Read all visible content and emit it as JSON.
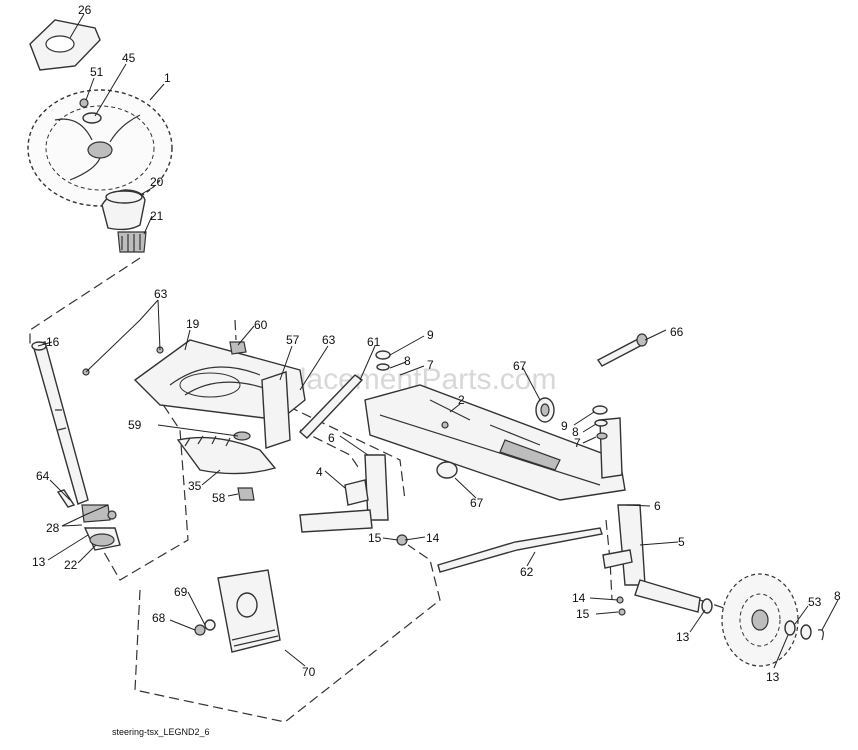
{
  "watermark": "eReplacementParts.com",
  "caption": "steering-tsx_LEGND2_6",
  "callouts": {
    "c26": "26",
    "c51": "51",
    "c45": "45",
    "c1": "1",
    "c20": "20",
    "c21": "21",
    "c63a": "63",
    "c19": "19",
    "c60": "60",
    "c57": "57",
    "c63b": "63",
    "c61": "61",
    "c9a": "9",
    "c8a": "8",
    "c7a": "7",
    "c2": "2",
    "c67a": "67",
    "c66": "66",
    "c16": "16",
    "c59": "59",
    "c9b": "9",
    "c8b": "8",
    "c7b": "7",
    "c6a": "6",
    "c4": "4",
    "c35": "35",
    "c58": "58",
    "c67b": "67",
    "c6b": "6",
    "c64": "64",
    "c28": "28",
    "c13a": "13",
    "c22": "22",
    "c15a": "15",
    "c14a": "14",
    "c5": "5",
    "c62": "62",
    "c69": "69",
    "c68": "68",
    "c14b": "14",
    "c15b": "15",
    "c53": "53",
    "c8c": "8",
    "c13b": "13",
    "c70": "70",
    "c13c": "13"
  }
}
